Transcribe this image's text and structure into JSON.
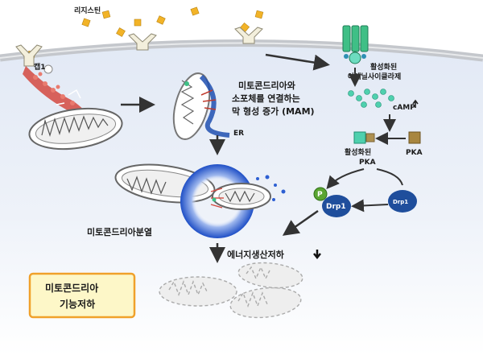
{
  "labels": {
    "ligand": "리지스틴",
    "receptor": "캡1",
    "mam": [
      "미토콘드리아와",
      "소포체를 연결하는",
      "막 형성 증가 (MAM)"
    ],
    "er": "ER",
    "active_ac": [
      "활성화된",
      "아데닐사이클라제"
    ],
    "camp": "cAMP",
    "pka": "PKA",
    "active_pka": [
      "활성화된",
      "PKA"
    ],
    "p": "P",
    "drp1_left": "Drp1",
    "drp1_right": "Drp1",
    "fission": "미토콘드리아분열",
    "energy": "에너지생산저하",
    "result": [
      "미토콘드리아",
      "기능저하"
    ]
  },
  "colors": {
    "cytoplasm": "#e6ecf6",
    "membrane": "#c9ccd1",
    "ligand": "#f2b327",
    "receptor": "#f3efdc",
    "caveolin": "#d4493f",
    "adenylyl_cyclase": "#3fbf86",
    "camp": "#4fd0ae",
    "pka": "#a8863f",
    "drp1": "#1f4e9c",
    "phospho": "#5aa532",
    "mam_ring": "#2d5fd2",
    "result_fill": "#fdf7c8",
    "result_border": "#f0a12b",
    "arrow": "#333333"
  }
}
